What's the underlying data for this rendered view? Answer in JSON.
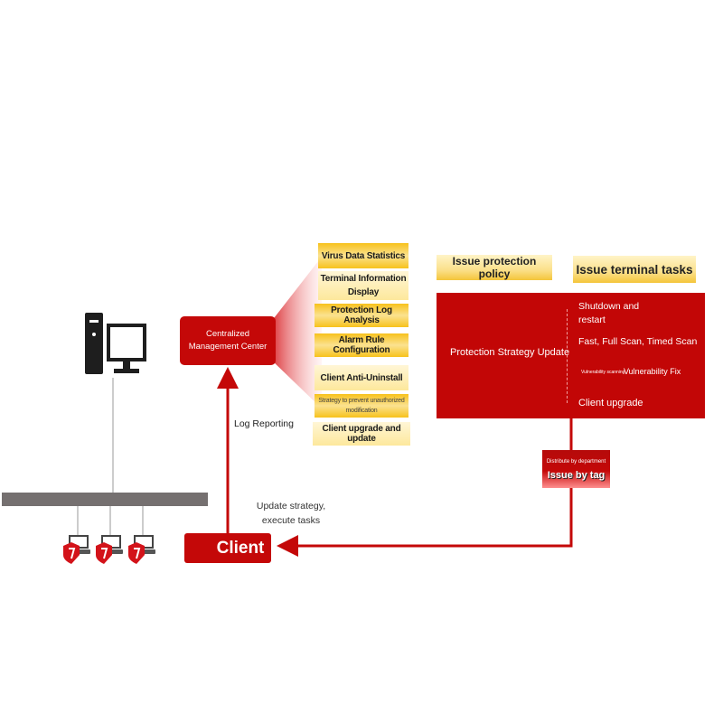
{
  "management": {
    "center_label": "Centralized Management Center"
  },
  "features": [
    "Virus Data Statistics",
    "Terminal Information Display",
    "Protection Log Analysis",
    "Alarm Rule Configuration",
    "Client Anti-Uninstall",
    "Strategy to prevent unauthorized modification",
    "Client upgrade and update"
  ],
  "policy": {
    "issue_policy_label": "Issue protection policy",
    "issue_tasks_label": "Issue terminal tasks",
    "strategy_update_label": "Protection Strategy Update",
    "tasks": [
      "Shutdown and restart",
      "Fast, Full Scan, Timed Scan",
      "Vulnerability Fix",
      "Client upgrade"
    ],
    "vuln_scanning_label": "Vulnerability scanning"
  },
  "tag": {
    "dept_label": "Distribute by department",
    "issue_label": "Issue by tag"
  },
  "flow": {
    "log_reporting": "Log Reporting",
    "update_strategy": "Update strategy, execute tasks"
  },
  "client": {
    "label": "Client"
  },
  "colors": {
    "brand_red": "#c40808",
    "accent_yellow": "#f7c21c"
  }
}
